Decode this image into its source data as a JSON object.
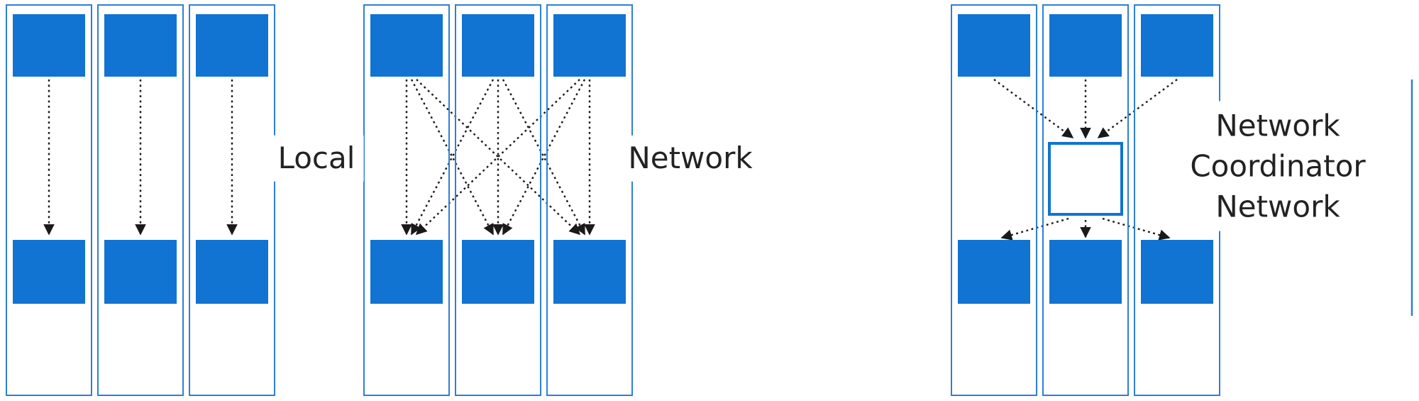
{
  "colors": {
    "square_fill": "#1173D2",
    "column_border": "#2E7FD6",
    "coordinator_border": "#1173D2",
    "arrow": "#1A1A1A",
    "label_text": "#222222",
    "background": "#FFFFFF"
  },
  "groups": [
    {
      "label": "Local",
      "topology": "direct"
    },
    {
      "label": "Network",
      "topology": "mesh"
    },
    {
      "label": "Network Coordinator Network",
      "label_lines": [
        "Network",
        "Coordinator",
        "Network"
      ],
      "topology": "star",
      "has_coordinator": true
    }
  ]
}
